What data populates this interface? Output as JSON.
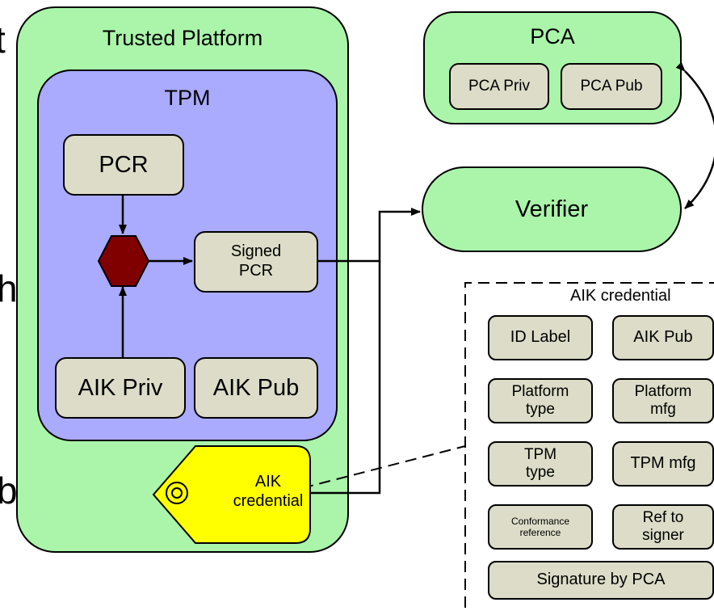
{
  "edge_fragments": [
    "t",
    "h",
    "b"
  ],
  "trusted_platform": {
    "title": "Trusted Platform"
  },
  "tpm": {
    "title": "TPM",
    "pcr": "PCR",
    "signed_pcr": "Signed\nPCR",
    "aik_priv": "AIK Priv",
    "aik_pub": "AIK Pub"
  },
  "aik_tag": {
    "label": "AIK\ncredential"
  },
  "pca": {
    "title": "PCA",
    "priv": "PCA Priv",
    "pub": "PCA Pub"
  },
  "verifier": {
    "label": "Verifier"
  },
  "aik_credential": {
    "title": "AIK credential",
    "fields": [
      "ID Label",
      "AIK Pub",
      "Platform\ntype",
      "Platform\nmfg",
      "TPM\ntype",
      "TPM mfg",
      "Conformance\nreference",
      "Ref to\nsigner",
      "Signature by PCA"
    ]
  },
  "colors": {
    "platform_green": "#aaf5aa",
    "tpm_blue": "#aaaaff",
    "item_beige": "#dcdcc8",
    "tag_yellow": "#ffff00",
    "hexagon_darkred": "#800000"
  }
}
